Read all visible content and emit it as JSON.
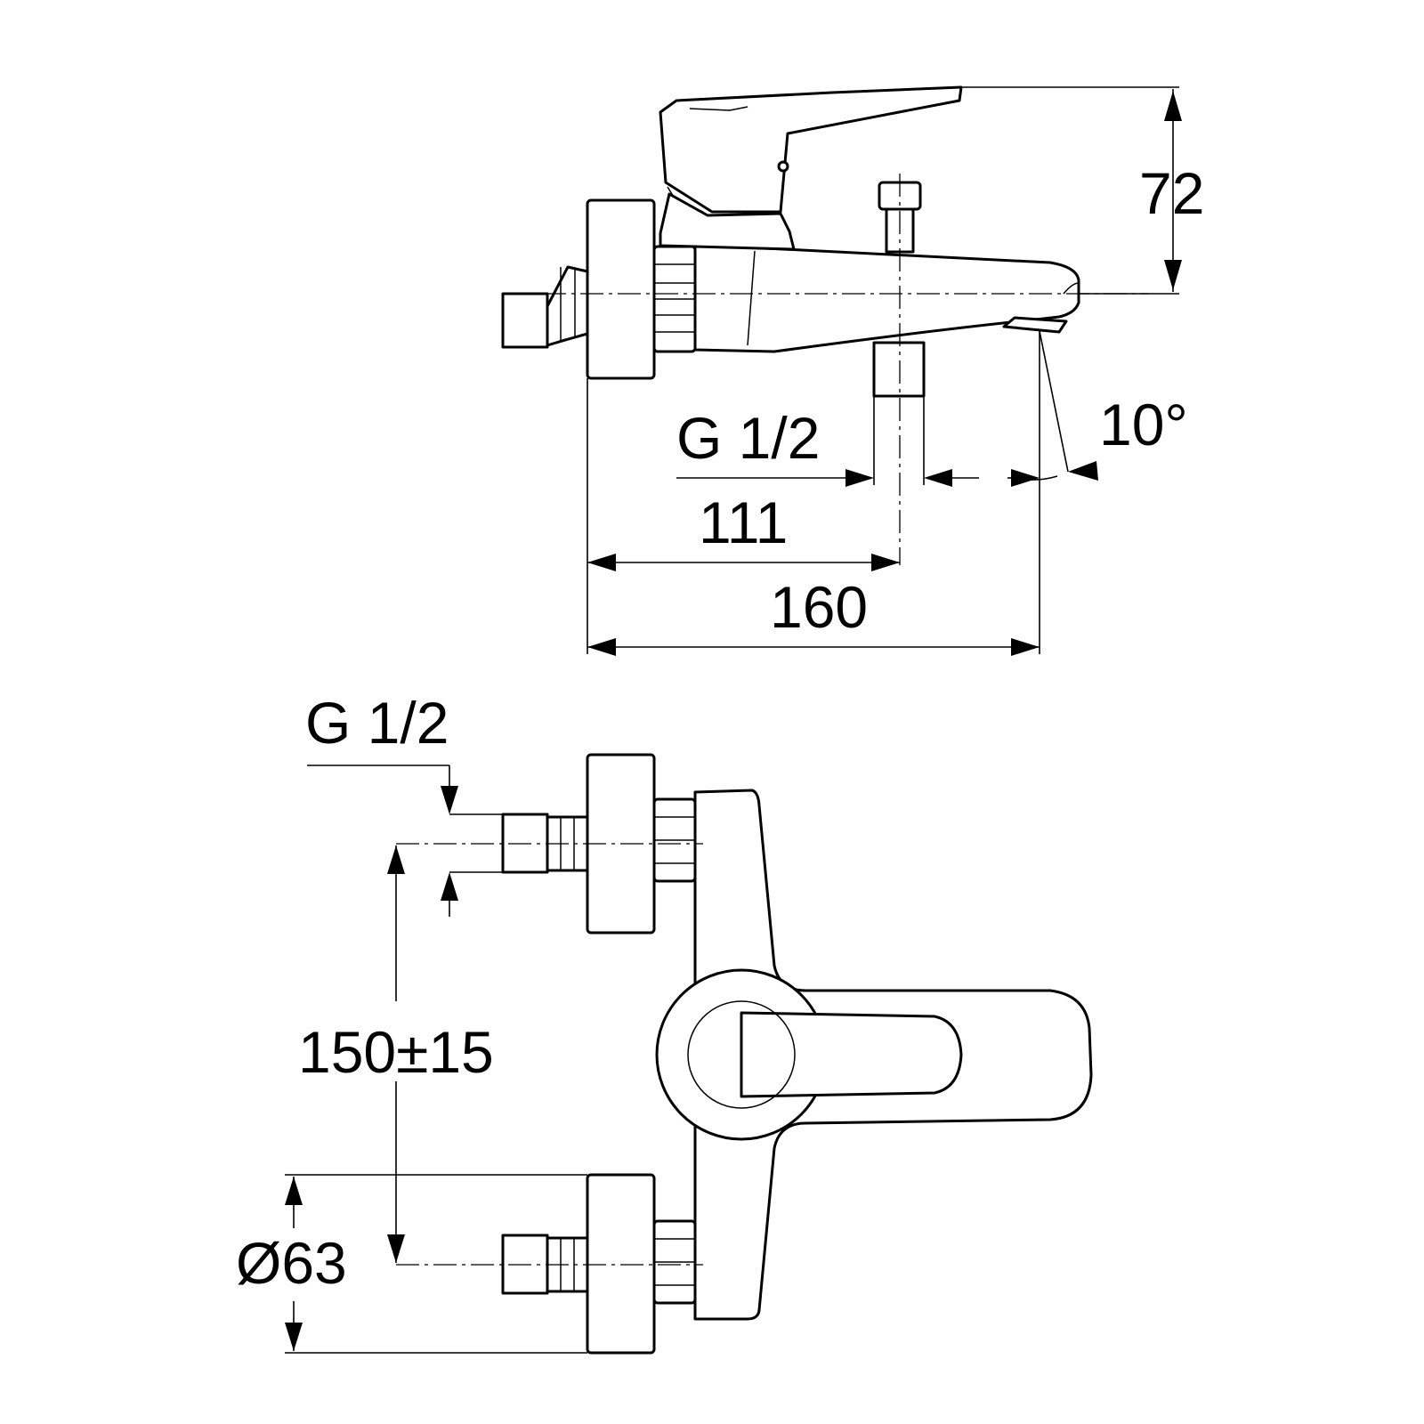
{
  "dimensions": {
    "height": "72",
    "inlet_thread_side": "G 1/2",
    "spout_angle": "10°",
    "inlet_to_diverter": "111",
    "total_projection": "160",
    "inlet_thread_front": "G 1/2",
    "inlet_spacing": "150±15",
    "flange_diameter": "Ø63"
  },
  "colors": {
    "line": "#000000",
    "background": "#ffffff"
  }
}
